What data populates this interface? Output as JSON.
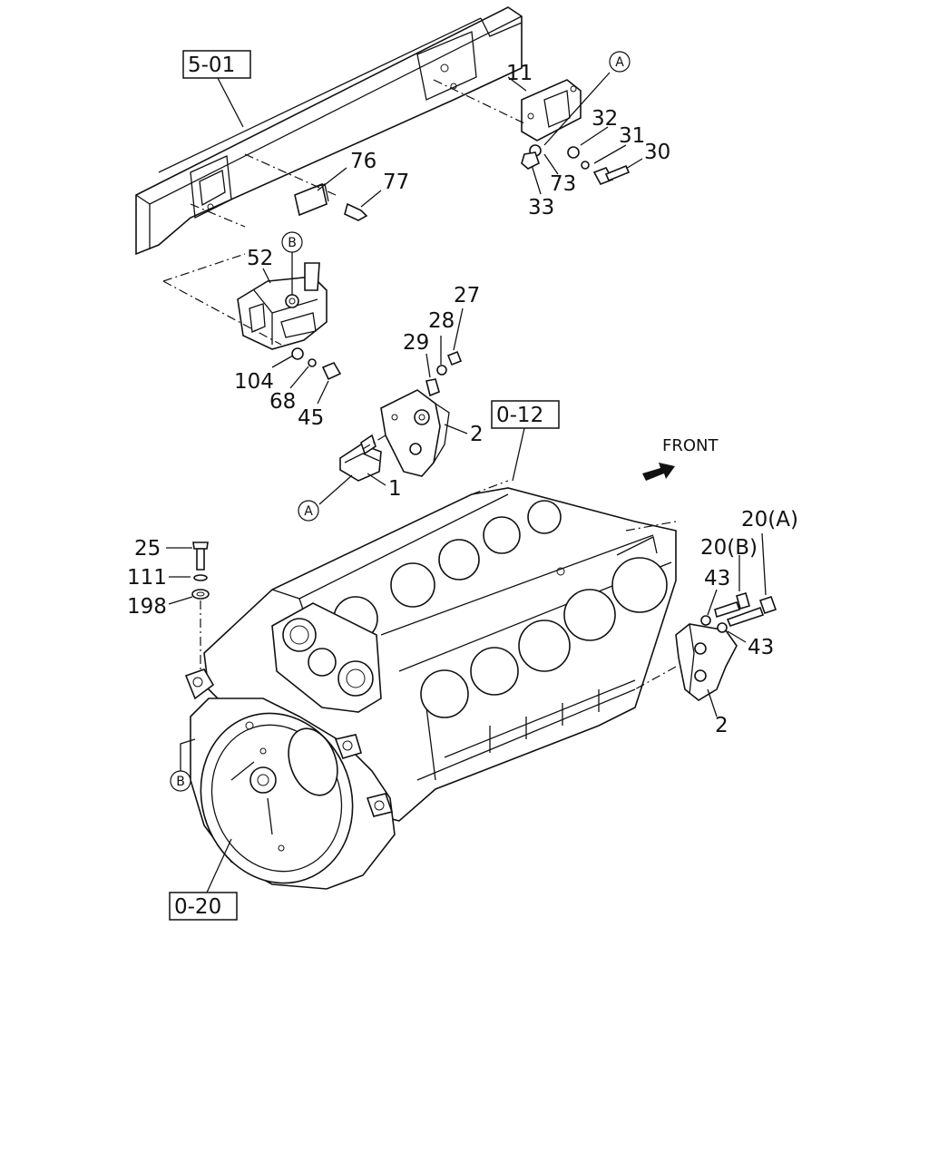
{
  "callouts": {
    "c11": "11",
    "c32": "32",
    "c31": "31",
    "c30": "30",
    "c73": "73",
    "c33": "33",
    "c76": "76",
    "c77": "77",
    "c52": "52",
    "c104": "104",
    "c68": "68",
    "c45": "45",
    "c27": "27",
    "c28": "28",
    "c29": "29",
    "c2a": "2",
    "c1": "1",
    "c25": "25",
    "c111": "111",
    "c198": "198",
    "c20a": "20(A)",
    "c20b": "20(B)",
    "c43a": "43",
    "c43b": "43",
    "c2b": "2"
  },
  "refs": {
    "r501": "5-01",
    "r012": "0-12",
    "r020": "0-20"
  },
  "markers": {
    "A": "A",
    "B": "B"
  },
  "front_label": "FRONT"
}
